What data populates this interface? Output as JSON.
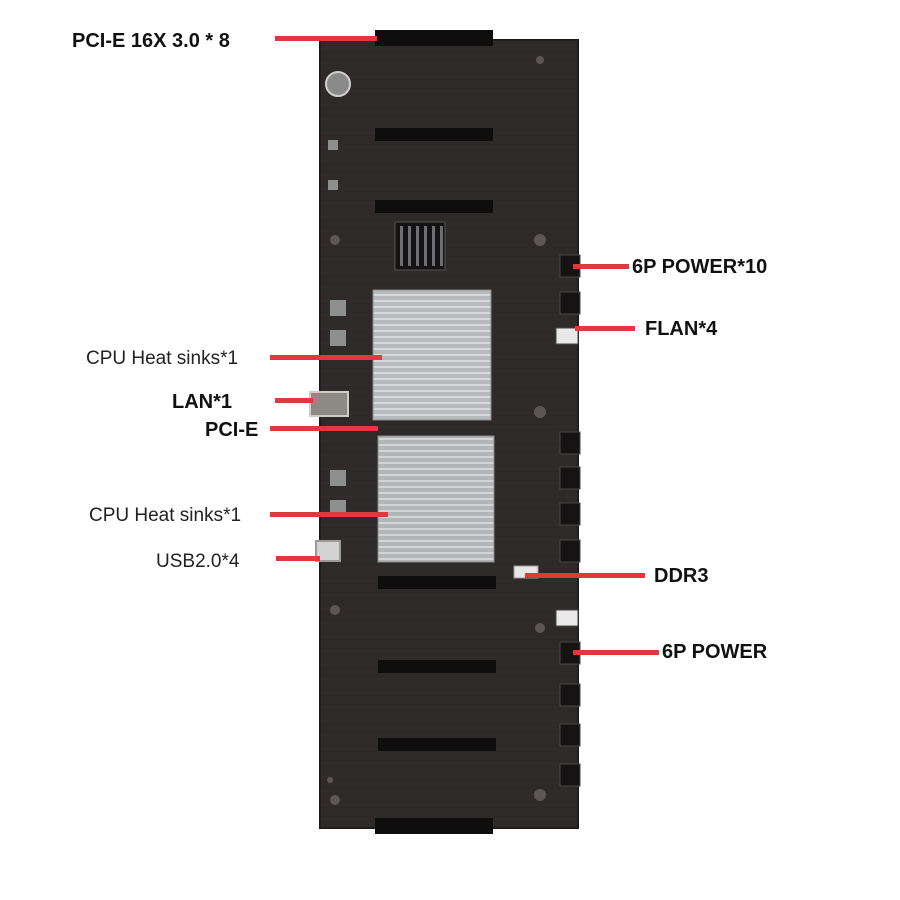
{
  "colors": {
    "pointer": "#e0383e",
    "pcb": "#2f2a2a",
    "pcb_edge": "#1c1818",
    "slot": "#0e0e0e",
    "heatsink": "#b9bcbf"
  },
  "labels": {
    "pcie_16x": "PCI-E 16X 3.0 * 8",
    "power_6p_10": "6P POWER*10",
    "flan": "FLAN*4",
    "cpu_heatsink_top": "CPU Heat sinks*1",
    "lan": "LAN*1",
    "pcie": "PCI-E",
    "cpu_heatsink_bottom": "CPU Heat sinks*1",
    "usb": "USB2.0*4",
    "ddr3": "DDR3",
    "power_6p": "6P POWER"
  }
}
